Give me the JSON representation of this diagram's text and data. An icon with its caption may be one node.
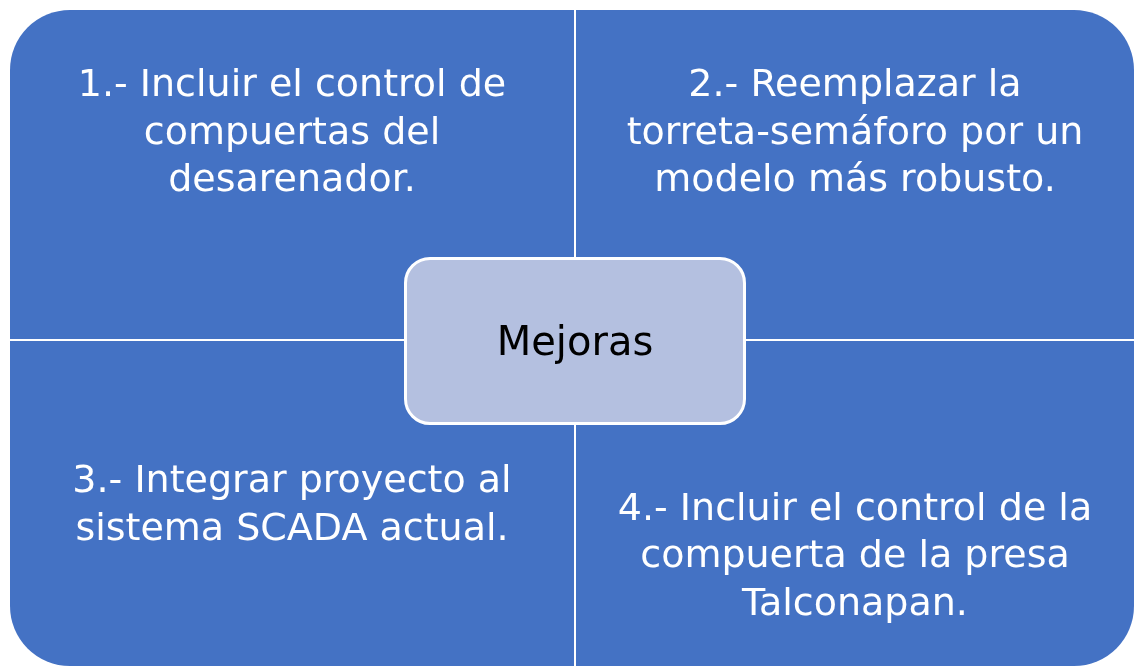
{
  "diagram": {
    "nodes": [
      {
        "text": [
          "1.- Incluir el control de compuertas del desarenador."
        ]
      },
      {
        "text": [
          "2.- Reemplazar la torreta-semáforo por un modelo más robusto."
        ]
      },
      {
        "text": [
          "Mejoras"
        ]
      },
      {
        "text": [
          "3.- Integrar proyecto al sistema SCADA actual."
        ]
      },
      {
        "text": [
          "4.- Incluir el control de la compuerta de la presa Talconapan."
        ]
      }
    ]
  }
}
